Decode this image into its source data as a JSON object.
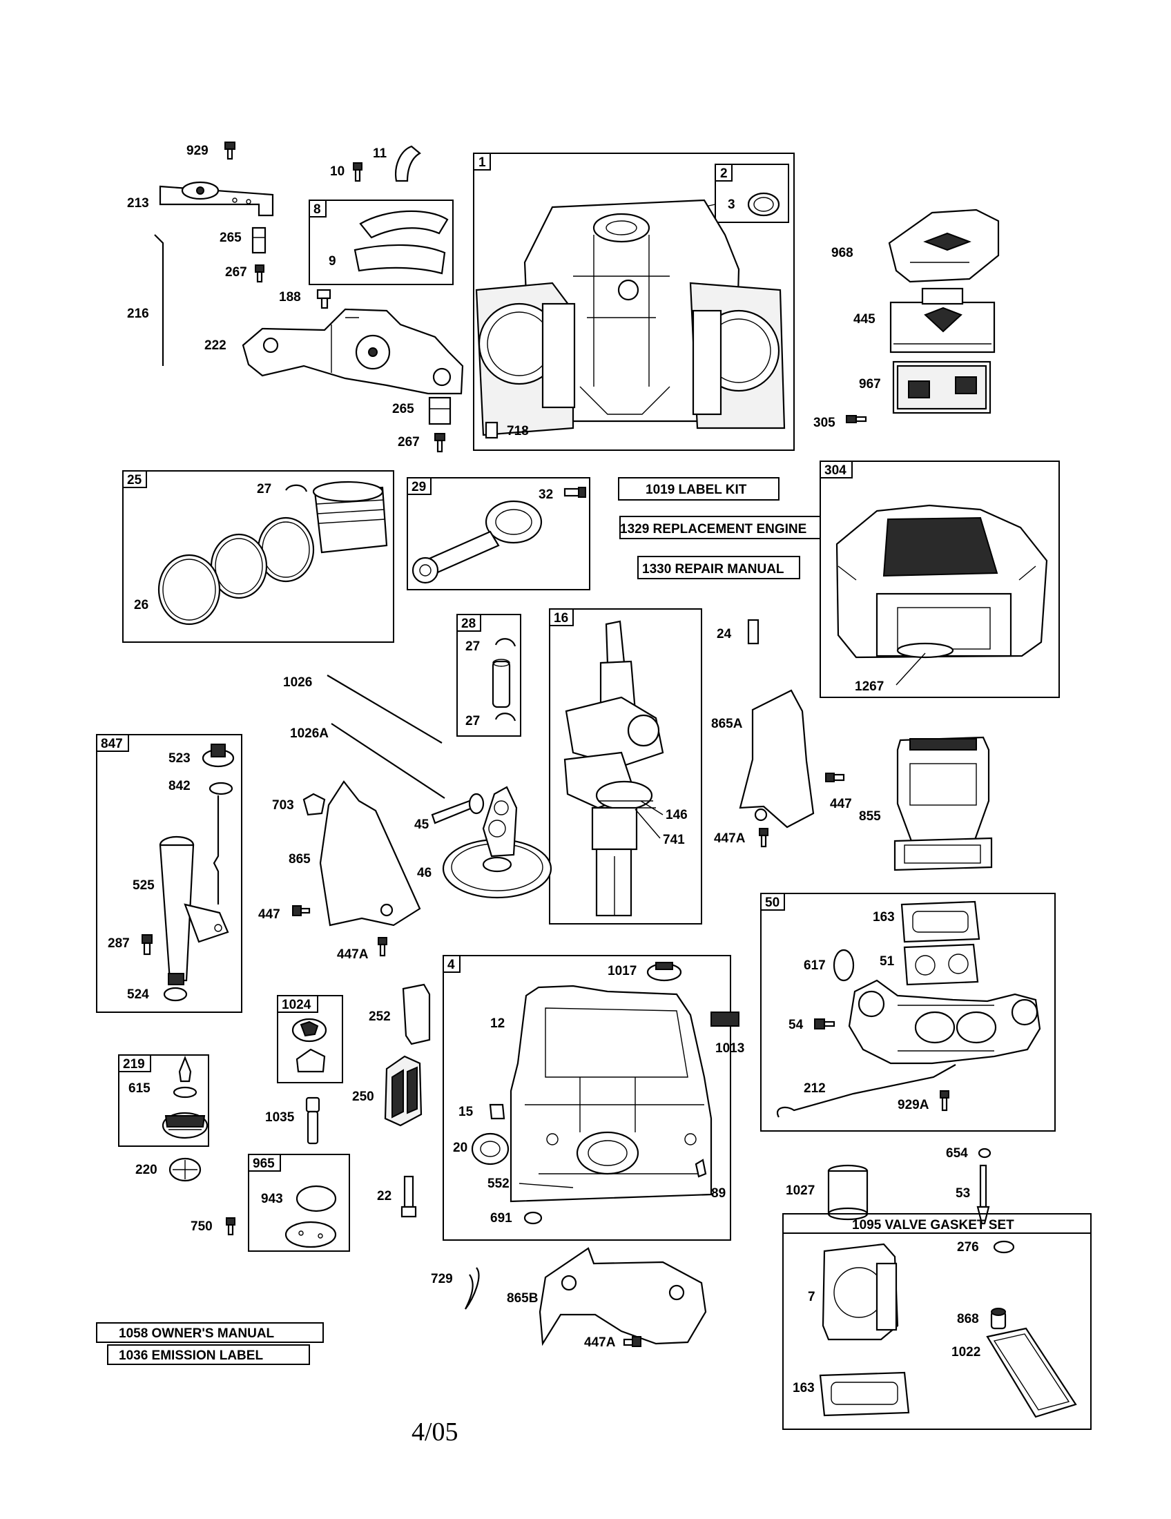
{
  "sheet": {
    "date": "4/05"
  },
  "notes": {
    "label_kit": "1019 LABEL KIT",
    "replacement_engine": "1329 REPLACEMENT ENGINE",
    "repair_manual": "1330 REPAIR MANUAL",
    "owners_manual": "1058 OWNER'S MANUAL",
    "emission_label": "1036 EMISSION LABEL",
    "valve_gasket_set": "1095 VALVE GASKET SET"
  },
  "groups": {
    "g1": "1",
    "g2": "2",
    "g8": "8",
    "g25": "25",
    "g29": "29",
    "g304": "304",
    "g28": "28",
    "g16": "16",
    "g847": "847",
    "g4": "4",
    "g50": "50",
    "g1024": "1024",
    "g219": "219",
    "g965": "965"
  },
  "parts": {
    "p929": "929",
    "p213": "213",
    "p265a": "265",
    "p267a": "267",
    "p216": "216",
    "p10": "10",
    "p11": "11",
    "p9": "9",
    "p188": "188",
    "p222": "222",
    "p265b": "265",
    "p267b": "267",
    "p3": "3",
    "p718": "718",
    "p968": "968",
    "p445": "445",
    "p967": "967",
    "p305": "305",
    "p27a": "27",
    "p26": "26",
    "p32": "32",
    "p1267": "1267",
    "p24": "24",
    "p27b": "27",
    "p27c": "27",
    "p1026": "1026",
    "p1026A": "1026A",
    "p865A": "865A",
    "p447a": "447",
    "p447Aa": "447A",
    "p855": "855",
    "p146": "146",
    "p741": "741",
    "p523": "523",
    "p842": "842",
    "p525": "525",
    "p287": "287",
    "p524": "524",
    "p703": "703",
    "p865": "865",
    "p447b": "447",
    "p447Ab": "447A",
    "p45": "45",
    "p46": "46",
    "p163a": "163",
    "p617": "617",
    "p51": "51",
    "p54": "54",
    "p212": "212",
    "p929A": "929A",
    "p1017": "1017",
    "p12": "12",
    "p1013": "1013",
    "p15": "15",
    "p20": "20",
    "p552": "552",
    "p691": "691",
    "p89": "89",
    "p252": "252",
    "p250": "250",
    "p1035": "1035",
    "p22": "22",
    "p615": "615",
    "p220": "220",
    "p750": "750",
    "p943": "943",
    "p654": "654",
    "p1027": "1027",
    "p53": "53",
    "p7": "7",
    "p276": "276",
    "p868": "868",
    "p1022": "1022",
    "p163b": "163",
    "p729": "729",
    "p865B": "865B",
    "p447Ac": "447A"
  }
}
